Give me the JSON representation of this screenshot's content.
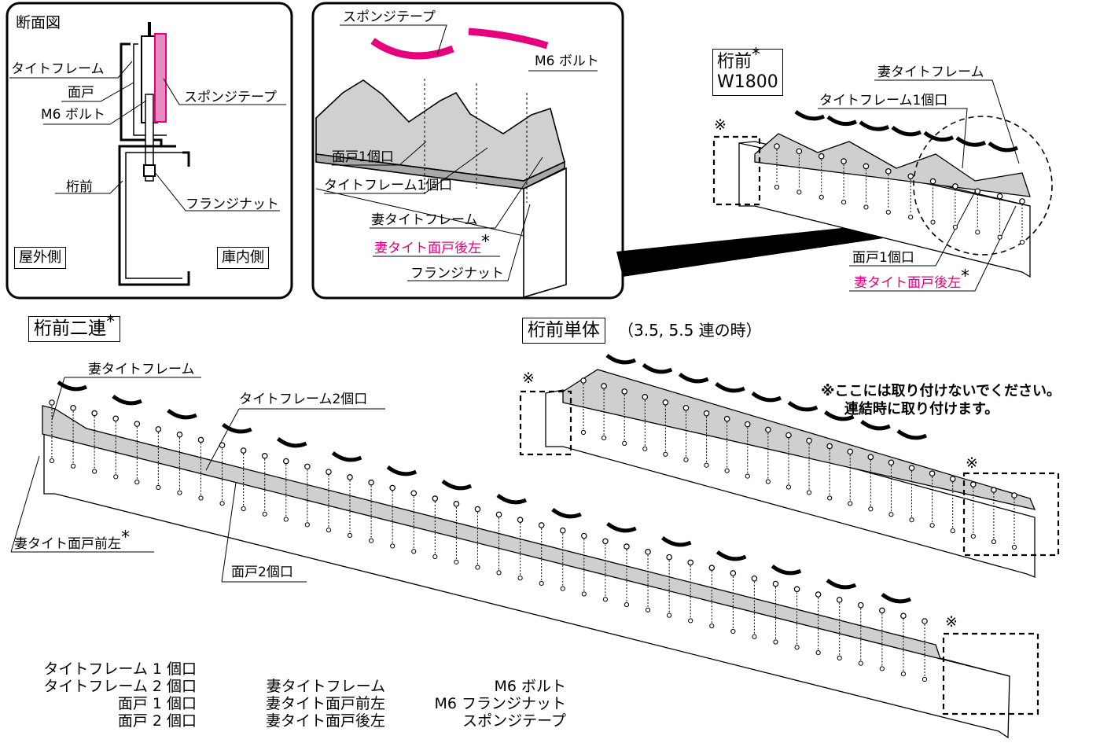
{
  "colors": {
    "accent": "#e6007e",
    "frame": "#000000",
    "part_fill": "#c8c8c8"
  },
  "cross_section": {
    "title": "断面図",
    "tight_frame": "タイトフレーム",
    "door": "面戸",
    "bolt": "M6 ボルト",
    "sponge": "スポンジテープ",
    "purlin": "桁前",
    "nut": "フランジナット",
    "outside": "屋外側",
    "inside": "庫内側"
  },
  "detail": {
    "sponge": "スポンジテープ",
    "bolt": "M6 ボルト",
    "door_1": "面戸1個口",
    "tight_frame_1": "タイトフレーム1個口",
    "end_tight_frame": "妻タイトフレーム",
    "end_door_rear_left": "妻タイト面戸後左",
    "star": "*",
    "nut": "フランジナット"
  },
  "w1800": {
    "title": "桁前",
    "star": "*",
    "subtitle": "W1800",
    "mark": "※",
    "end_tight_frame": "妻タイトフレーム",
    "tight_frame_1": "タイトフレーム1個口",
    "door_1": "面戸1個口",
    "end_door_rear_left": "妻タイト面戸後左"
  },
  "double": {
    "title": "桁前二連",
    "star": "*",
    "end_tight_frame": "妻タイトフレーム",
    "tight_frame_2": "タイトフレーム2個口",
    "end_door_front_left": "妻タイト面戸前左",
    "door_2": "面戸2個口",
    "mark": "※"
  },
  "single": {
    "title": "桁前単体",
    "subtitle": "（3.5, 5.5 連の時）",
    "mark_left": "※",
    "mark_right": "※",
    "note_line1": "※ここには取り付けないでください。",
    "note_line2": "連結時に取り付けます。"
  },
  "parts_list": {
    "col1": [
      "タイトフレーム 1 個口",
      "タイトフレーム 2 個口",
      "面戸 1 個口",
      "面戸 2 個口"
    ],
    "col2": [
      "妻タイトフレーム",
      "妻タイト面戸前左",
      "妻タイト面戸後左"
    ],
    "col3": [
      "M6 ボルト",
      "M6 フランジナット",
      "スポンジテープ"
    ]
  }
}
